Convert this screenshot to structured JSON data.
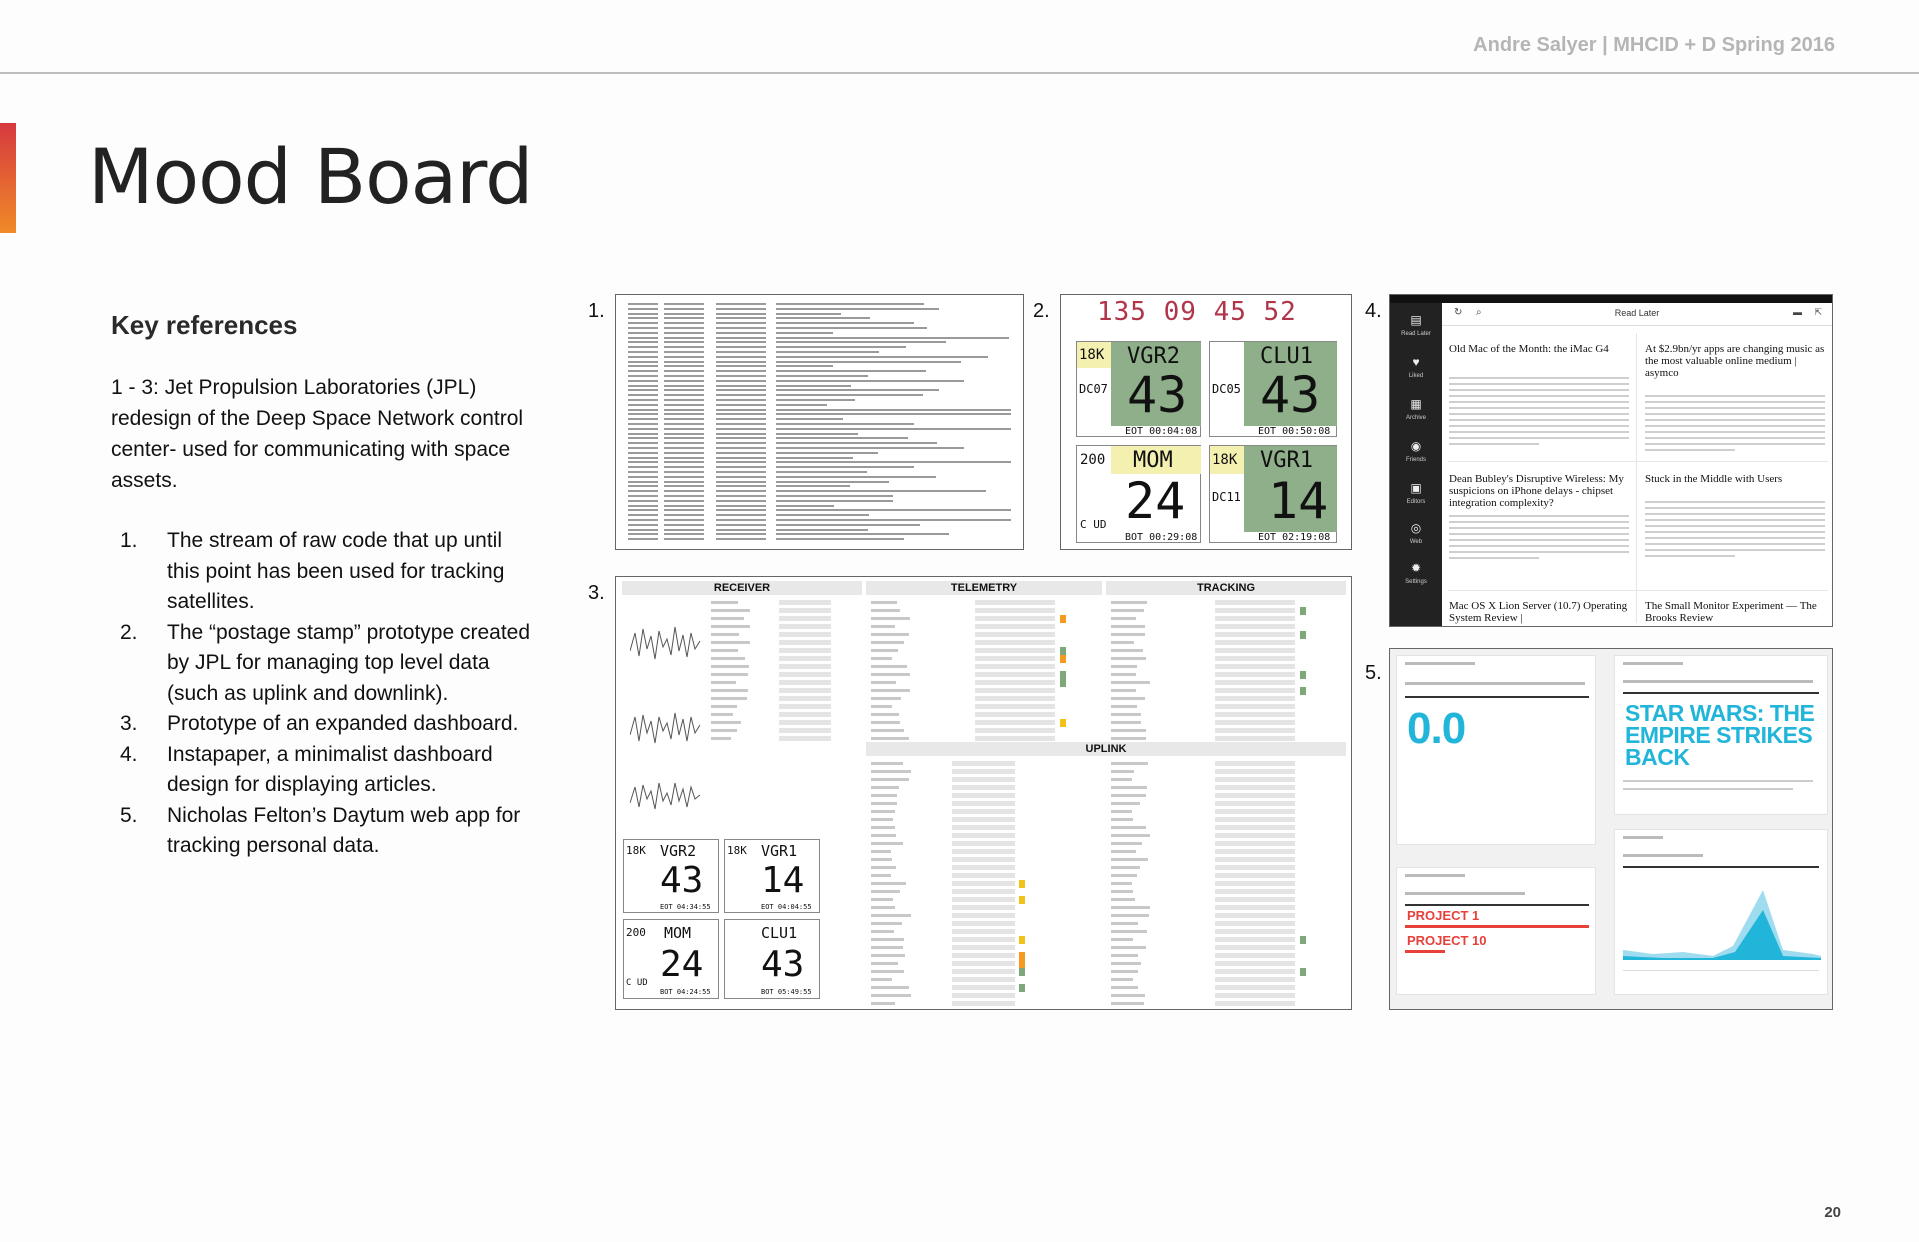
{
  "header": {
    "author": "Andre Salyer | MHCID + D Spring 2016"
  },
  "title": "Mood Board",
  "key_references": {
    "heading": "Key references",
    "intro": "1 - 3: Jet Propulsion Laboratories (JPL) redesign of the Deep Space Network control center- used for communicating with space assets.",
    "items": [
      {
        "num": "1.",
        "text": "The stream of raw code that up until this point has been used for tracking satellites."
      },
      {
        "num": "2.",
        "text": "The “postage stamp” prototype created by JPL for managing top level data (such as uplink and downlink)."
      },
      {
        "num": "3.",
        "text": "Prototype of an expanded dashboard."
      },
      {
        "num": "4.",
        "text": "Instapaper, a minimalist dashboard design for displaying articles."
      },
      {
        "num": "5.",
        "text": "Nicholas Felton’s Daytum web app for tracking personal data."
      }
    ]
  },
  "panel_labels": [
    "1.",
    "2.",
    "3.",
    "4.",
    "5."
  ],
  "stamp": {
    "clock": "135 09 45 52",
    "tiles": [
      {
        "badge": "18K",
        "name": "VGR2",
        "sub": "DC07",
        "value": "43",
        "eot": "EOT 00:04:08"
      },
      {
        "badge": "",
        "name": "CLU1",
        "sub": "DC05",
        "value": "43",
        "eot": "EOT 00:50:08"
      },
      {
        "badge": "200",
        "name": "MOM",
        "sub": "C UD",
        "value": "24",
        "eot": "BOT 00:29:08"
      },
      {
        "badge": "18K",
        "name": "VGR1",
        "sub": "DC11",
        "value": "14",
        "eot": "EOT 02:19:08"
      }
    ]
  },
  "dashboard": {
    "sections": [
      "RECEIVER",
      "TELEMETRY",
      "TRACKING",
      "UPLINK"
    ],
    "tiles": [
      {
        "badge": "18K",
        "name": "VGR2",
        "value": "43",
        "eot": "EOT 04:34:55"
      },
      {
        "badge": "18K",
        "name": "VGR1",
        "value": "14",
        "eot": "EOT 04:04:55"
      },
      {
        "badge": "200",
        "name": "MOM",
        "sub": "C UD",
        "value": "24",
        "eot": "BOT 04:24:55"
      },
      {
        "badge": "",
        "name": "CLU1",
        "value": "43",
        "eot": "BOT 05:49:55"
      }
    ]
  },
  "instapaper": {
    "title": "Read Later",
    "nav": [
      "Read Later",
      "Liked",
      "Archive",
      "Friends",
      "Editors",
      "Web",
      "Settings"
    ],
    "articles": [
      {
        "title": "Old Mac of the Month: the iMac G4"
      },
      {
        "title": "At $2.9bn/yr apps are changing music as the most valuable online medium | asymco"
      },
      {
        "title": "Dean Bubley's Disruptive Wireless: My suspicions on iPhone delays - chipset integration complexity?"
      },
      {
        "title": "Stuck in the Middle with Users"
      },
      {
        "title": "Mac OS X Lion Server (10.7) Operating System Review |"
      },
      {
        "title": "The Small Monitor Experiment — The Brooks Review"
      }
    ]
  },
  "daytum": {
    "weight_value": "0.0",
    "film_title": "STAR WARS: THE EMPIRE STRIKES BACK",
    "projects": [
      "PROJECT 1",
      "PROJECT 10"
    ]
  },
  "page_number": "20",
  "colors": {
    "accent_top": "#d6393f",
    "accent_bottom": "#f08a28",
    "stamp_green": "#8fae8a",
    "daytum_cyan": "#21b5d9",
    "daytum_red": "#e8403a"
  }
}
